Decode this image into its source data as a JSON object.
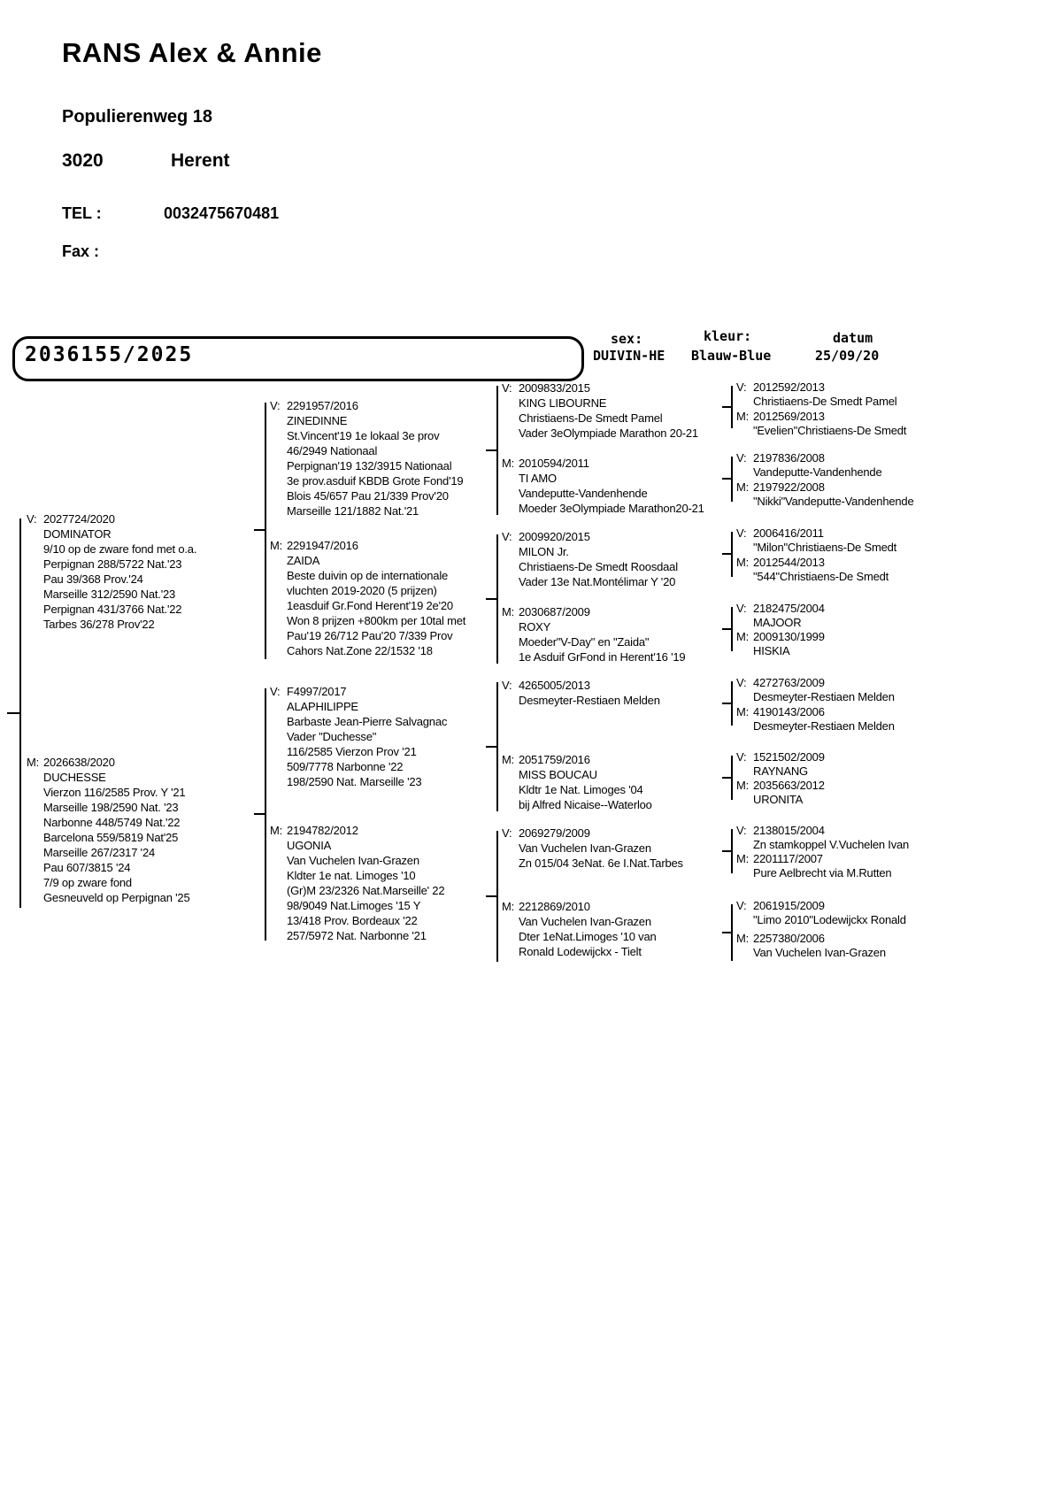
{
  "header": {
    "name": "RANS Alex & Annie",
    "street": "Populierenweg 18",
    "zip": "3020",
    "city": "Herent",
    "tel_label": "TEL :",
    "tel_value": "0032475670481",
    "fax_label": "Fax :"
  },
  "ring": {
    "number": "2036155/2025",
    "sex_label": "sex:",
    "sex_value": "DUIVIN-HE",
    "color_label": "kleur:",
    "color_value": "Blauw-Blue",
    "date_label": "datum",
    "date_value": "25/09/20"
  },
  "colors": {
    "ink": "#000000",
    "paper": "#ffffff"
  },
  "pedigree": {
    "gen1": [
      {
        "tag": "V:",
        "ring": "2027724/2020",
        "name": "DOMINATOR",
        "lines": [
          "9/10 op de zware fond met o.a.",
          "Perpignan 288/5722 Nat.'23",
          "Pau 39/368 Prov.'24",
          "Marseille 312/2590 Nat.'23",
          "Perpignan 431/3766 Nat.'22",
          "Tarbes 36/278 Prov'22"
        ]
      },
      {
        "tag": "M:",
        "ring": "2026638/2020",
        "name": "DUCHESSE",
        "lines": [
          "Vierzon 116/2585 Prov. Y '21",
          "Marseille 198/2590 Nat. '23",
          "Narbonne 448/5749 Nat.'22",
          "Barcelona 559/5819 Nat'25",
          "Marseille 267/2317 '24",
          "Pau 607/3815 '24",
          "7/9 op zware fond",
          "Gesneuveld op Perpignan '25"
        ]
      }
    ],
    "gen2": [
      {
        "tag": "V:",
        "ring": "2291957/2016",
        "name": "ZINEDINNE",
        "lines": [
          "St.Vincent'19 1e lokaal 3e prov",
          "46/2949 Nationaal",
          "Perpignan'19 132/3915 Nationaal",
          "3e prov.asduif KBDB Grote Fond'19",
          "Blois 45/657  Pau 21/339 Prov'20",
          "Marseille 121/1882 Nat.'21"
        ]
      },
      {
        "tag": "M:",
        "ring": "2291947/2016",
        "name": "ZAIDA",
        "lines": [
          "Beste duivin op de internationale",
          "vluchten 2019-2020 (5 prijzen)",
          "1easduif Gr.Fond Herent'19 2e'20",
          "Won 8 prijzen +800km per 10tal met",
          "Pau'19 26/712 Pau'20 7/339 Prov",
          "Cahors Nat.Zone 22/1532 '18"
        ]
      },
      {
        "tag": "V:",
        "ring": "F4997/2017",
        "name": "ALAPHILIPPE",
        "lines": [
          "Barbaste Jean-Pierre Salvagnac",
          "Vader \"Duchesse\"",
          "116/2585 Vierzon Prov '21",
          "509/7778 Narbonne '22",
          "198/2590 Nat. Marseille '23"
        ]
      },
      {
        "tag": "M:",
        "ring": "2194782/2012",
        "name": "UGONIA",
        "lines": [
          "Van Vuchelen Ivan-Grazen",
          "Kldter 1e nat. Limoges '10",
          "(Gr)M 23/2326 Nat.Marseille' 22",
          "98/9049 Nat.Limoges '15 Y",
          "13/418 Prov. Bordeaux '22",
          "257/5972 Nat. Narbonne '21"
        ]
      }
    ],
    "gen3": [
      {
        "tag": "V:",
        "ring": "2009833/2015",
        "name": "KING LIBOURNE",
        "lines": [
          "Christiaens-De Smedt Pamel",
          "Vader 3eOlympiade Marathon 20-21"
        ]
      },
      {
        "tag": "M:",
        "ring": "2010594/2011",
        "name": "TI AMO",
        "lines": [
          "Vandeputte-Vandenhende",
          "Moeder 3eOlympiade Marathon20-21"
        ]
      },
      {
        "tag": "V:",
        "ring": "2009920/2015",
        "name": "MILON Jr.",
        "lines": [
          "Christiaens-De Smedt Roosdaal",
          "Vader 13e Nat.Montélimar Y '20"
        ]
      },
      {
        "tag": "M:",
        "ring": "2030687/2009",
        "name": "ROXY",
        "lines": [
          "Moeder\"V-Day\" en \"Zaida\"",
          "1e Asduif GrFond in Herent'16 '19"
        ]
      },
      {
        "tag": "V:",
        "ring": "4265005/2013",
        "lines": [
          "Desmeyter-Restiaen Melden"
        ]
      },
      {
        "tag": "M:",
        "ring": "2051759/2016",
        "name": "MISS BOUCAU",
        "lines": [
          "Kldtr 1e Nat. Limoges '04",
          "bij Alfred Nicaise--Waterloo"
        ]
      },
      {
        "tag": "V:",
        "ring": "2069279/2009",
        "lines": [
          "Van Vuchelen Ivan-Grazen",
          "Zn 015/04 3eNat. 6e I.Nat.Tarbes"
        ]
      },
      {
        "tag": "M:",
        "ring": "2212869/2010",
        "lines": [
          "Van Vuchelen Ivan-Grazen",
          "Dter 1eNat.Limoges '10 van",
          "Ronald Lodewijckx - Tielt"
        ]
      }
    ],
    "gen4": [
      {
        "tag": "V:",
        "ring": "2012592/2013",
        "lines": [
          "Christiaens-De Smedt Pamel"
        ]
      },
      {
        "tag": "M:",
        "ring": "2012569/2013",
        "lines": [
          "\"Evelien\"Christiaens-De Smedt"
        ]
      },
      {
        "tag": "V:",
        "ring": "2197836/2008",
        "lines": [
          "Vandeputte-Vandenhende"
        ]
      },
      {
        "tag": "M:",
        "ring": "2197922/2008",
        "lines": [
          "\"Nikki\"Vandeputte-Vandenhende"
        ]
      },
      {
        "tag": "V:",
        "ring": "2006416/2011",
        "lines": [
          "\"Milon\"Christiaens-De Smedt"
        ]
      },
      {
        "tag": "M:",
        "ring": "2012544/2013",
        "lines": [
          "\"544\"Christiaens-De Smedt"
        ]
      },
      {
        "tag": "V:",
        "ring": "2182475/2004",
        "lines": [
          "MAJOOR"
        ]
      },
      {
        "tag": "M:",
        "ring": "2009130/1999",
        "lines": [
          "HISKIA"
        ]
      },
      {
        "tag": "V:",
        "ring": "4272763/2009",
        "lines": [
          "Desmeyter-Restiaen Melden"
        ]
      },
      {
        "tag": "M:",
        "ring": "4190143/2006",
        "lines": [
          "Desmeyter-Restiaen Melden"
        ]
      },
      {
        "tag": "V:",
        "ring": "1521502/2009",
        "lines": [
          "RAYNANG"
        ]
      },
      {
        "tag": "M:",
        "ring": "2035663/2012",
        "lines": [
          "URONITA"
        ]
      },
      {
        "tag": "V:",
        "ring": "2138015/2004",
        "lines": [
          "Zn stamkoppel V.Vuchelen Ivan"
        ]
      },
      {
        "tag": "M:",
        "ring": "2201117/2007",
        "lines": [
          "Pure Aelbrecht via M.Rutten"
        ]
      },
      {
        "tag": "V:",
        "ring": "2061915/2009",
        "lines": [
          "\"Limo 2010\"Lodewijckx Ronald"
        ]
      },
      {
        "tag": "M:",
        "ring": "2257380/2006",
        "lines": [
          "Van Vuchelen Ivan-Grazen"
        ]
      }
    ]
  }
}
